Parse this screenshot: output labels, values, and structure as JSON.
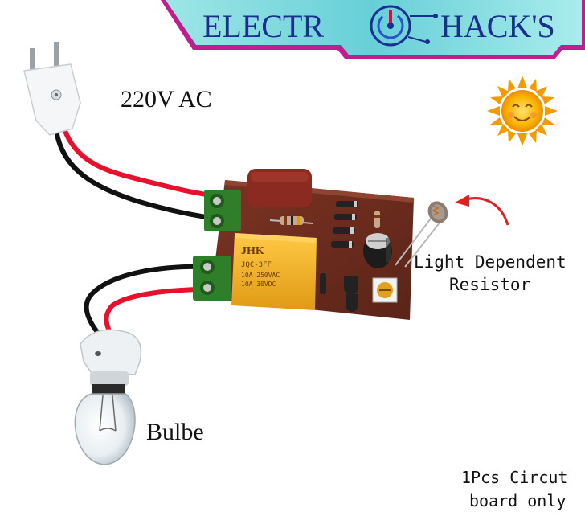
{
  "banner": {
    "left_text": "ELECTR",
    "right_text": "HACK'S",
    "text_color": "#1b2f8f",
    "bg_color": "#7fd8dc",
    "border_color": "#c01e8e",
    "logo_icon": "circuit-power-logo-icon"
  },
  "labels": {
    "power": "220V AC",
    "ldr_line1": "Light Dependent",
    "ldr_line2": "Resistor",
    "bulb": "Bulbe",
    "note_line1": "1Pcs Circut",
    "note_line2": "board only"
  },
  "relay": {
    "brand": "JHK",
    "model": "JQC-3FF",
    "rating_1": "10A 250VAC",
    "rating_2": "10A 30VDC"
  },
  "colors": {
    "pcb": "#6e2e1e",
    "relay": "#f2b22e",
    "terminal": "#2f7f2a",
    "capacitor": "#8a2a20",
    "wire_red": "#e8102c",
    "wire_black": "#111111",
    "arrow": "#e02020",
    "sun": "#f5a400"
  },
  "icons": [
    "plug-icon",
    "sun-icon",
    "bulb-icon",
    "ldr-icon",
    "arrow-icon"
  ]
}
